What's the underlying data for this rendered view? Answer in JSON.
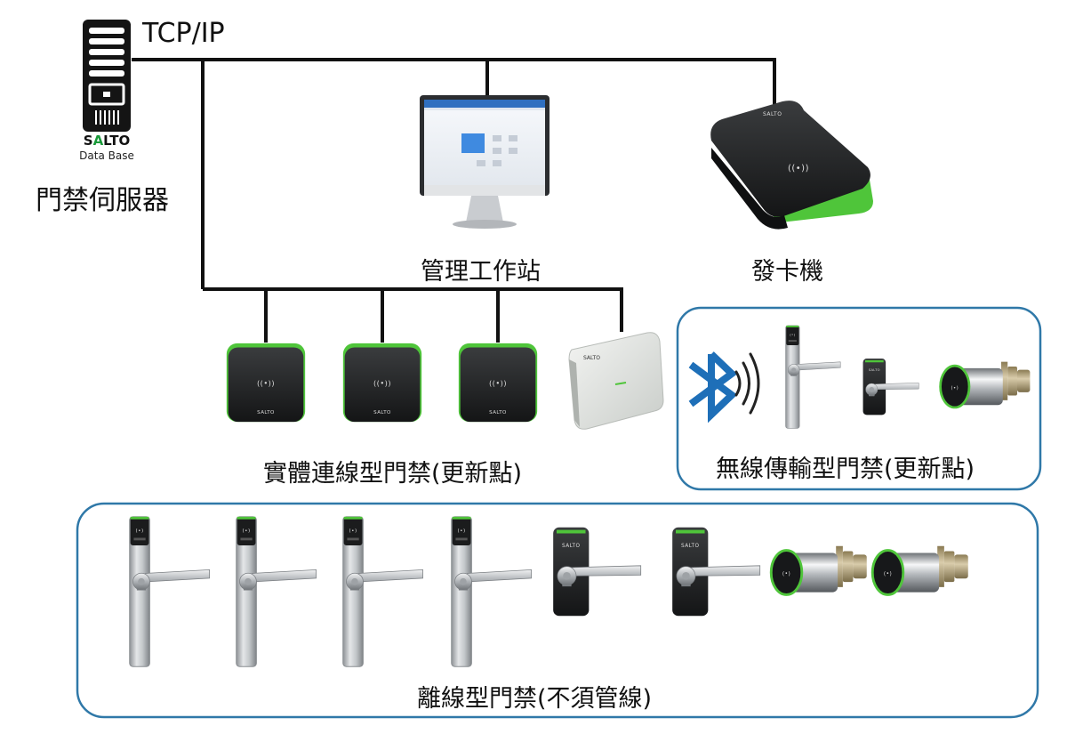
{
  "server": {
    "brand_left": "S",
    "brand_accent": "A",
    "brand_right": "LTO",
    "subtitle": "Data Base",
    "label": "門禁伺服器"
  },
  "network": {
    "label": "TCP/IP"
  },
  "workstation": {
    "label": "管理工作站"
  },
  "encoder": {
    "label": "發卡機",
    "brand": "SALTO"
  },
  "wired_group": {
    "label": "實體連線型門禁(更新點)",
    "reader_brand": "SALTO",
    "reader_count": 3
  },
  "wireless_group": {
    "label": "無線傳輸型門禁(更新點)"
  },
  "offline_group": {
    "label": "離線型門禁(不須管線)"
  },
  "colors": {
    "line": "#111111",
    "group_border": "#2f78a8",
    "accent_green": "#4fc53a",
    "bluetooth": "#1e6fb8"
  }
}
